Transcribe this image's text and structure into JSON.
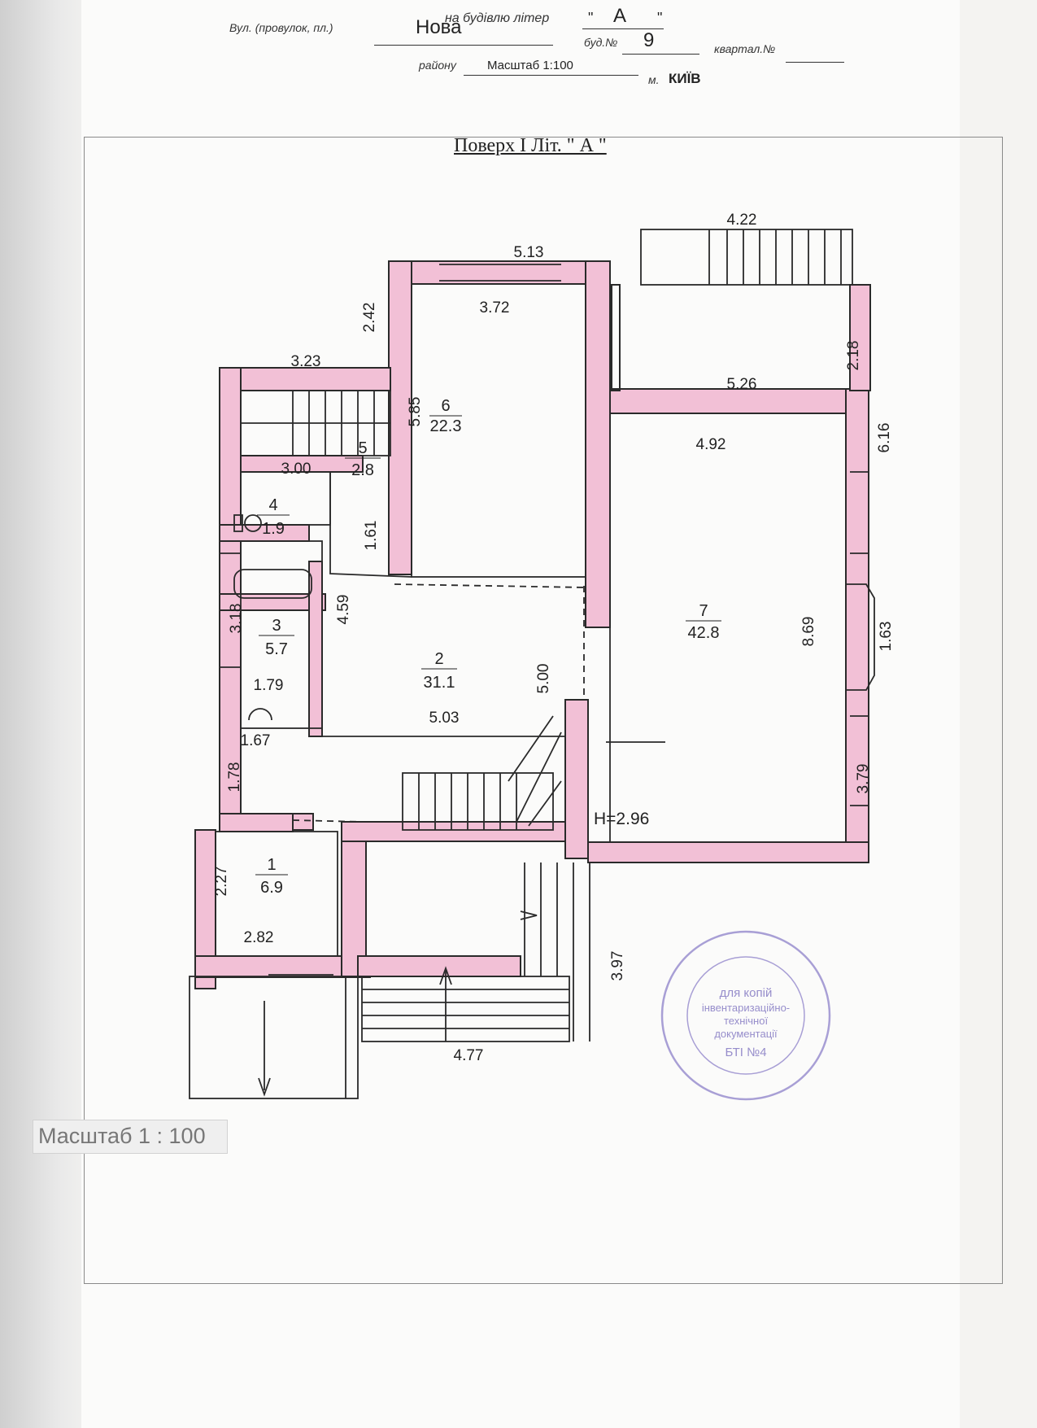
{
  "header": {
    "building_label": "на будівлю літер",
    "building_letter": "А",
    "street_label": "Вул. (провулок, пл.)",
    "street_value": "Нова",
    "house_label": "буд.№",
    "house_value": "9",
    "block_label": "квартал.№",
    "district_label": "району",
    "scale_text": "Масштаб 1:100",
    "city_label": "м.",
    "city_value": "КИЇВ"
  },
  "plan": {
    "title": "Поверх І Літ. \" А \"",
    "rooms": [
      {
        "number": "1",
        "area": "6.9"
      },
      {
        "number": "2",
        "area": "31.1"
      },
      {
        "number": "3",
        "area": "5.7"
      },
      {
        "number": "4",
        "area": "1.9"
      },
      {
        "number": "5",
        "area": "2.8"
      },
      {
        "number": "6",
        "area": "22.3"
      },
      {
        "number": "7",
        "area": "42.8"
      }
    ],
    "dimensions": [
      "5.13",
      "4.22",
      "3.72",
      "2.42",
      "2.18",
      "3.23",
      "5.85",
      "5.26",
      "4.92",
      "6.16",
      "3.00",
      "1.61",
      "4.59",
      "3.18",
      "1.79",
      "1.67",
      "1.78",
      "5.03",
      "5.00",
      "8.69",
      "1.63",
      "3.79",
      "2.27",
      "2.82",
      "3.97",
      "4.77"
    ],
    "ceiling_height": "Н=2.96"
  },
  "stamp": {
    "line1": "для копій",
    "line2": "інвентаризаційно-",
    "line3": "технічної",
    "line4": "документації",
    "line5": "БТІ №4"
  },
  "footer": {
    "scale_label": "Масштаб 1 : 100"
  },
  "colors": {
    "wall_fill": "#f2c0d6",
    "line": "#2a2a2a",
    "stamp": "#9a8fcf"
  }
}
